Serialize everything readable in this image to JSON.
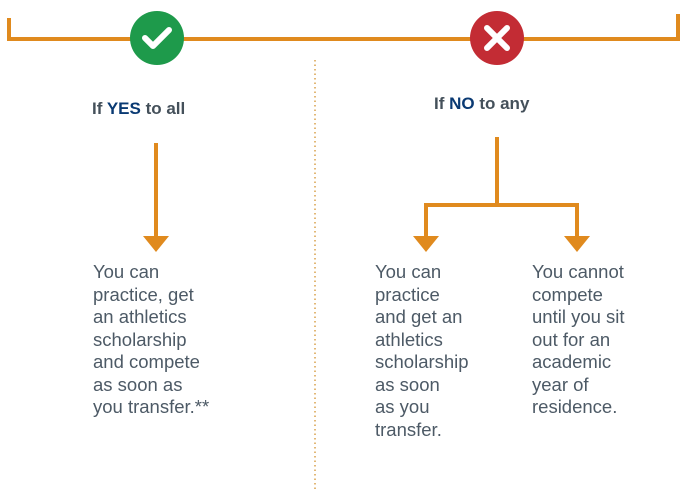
{
  "colors": {
    "connector": "#e08a1e",
    "yes_badge": "#1e9a4b",
    "no_badge": "#c32c34",
    "divider": "#d8a04a",
    "heading_keyword": "#0a3a73",
    "heading_text": "#44505a",
    "body_text": "#4d5a66"
  },
  "badges": {
    "yes_icon": "checkmark-icon",
    "no_icon": "x-mark-icon"
  },
  "yes_branch": {
    "heading_prefix": "If ",
    "heading_keyword": "YES",
    "heading_suffix": " to all",
    "outcome": "You can\npractice, get\nan athletics\nscholarship\nand compete\nas soon as\nyou transfer.**"
  },
  "no_branch": {
    "heading_prefix": "If ",
    "heading_keyword": "NO",
    "heading_suffix": " to any",
    "outcome_left": "You can\npractice\nand get an\nathletics\nscholarship\nas soon\nas you\ntransfer.",
    "outcome_right": "You cannot\ncompete\nuntil you sit\nout for an\nacademic\nyear of\nresidence."
  }
}
